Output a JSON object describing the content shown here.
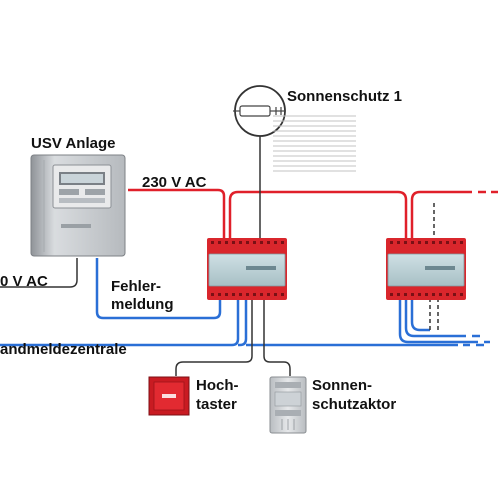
{
  "labels": {
    "sonnenschutz": "Sonnenschutz 1",
    "usv_title": "USV Anlage",
    "ac_230": "230 V AC",
    "ac_left": "0 V AC",
    "fehler_1": "Fehler-",
    "fehler_2": "meldung",
    "brandmelde": "andmeldezentrale",
    "hoch_1": "Hoch-",
    "hoch_2": "taster",
    "aktor_1": "Sonnen-",
    "aktor_2": "schutzaktor"
  },
  "colors": {
    "power_line": "#e0202a",
    "signal_line": "#2a6fd6",
    "module_red": "#d9262c",
    "cabinet_gray": "#bfc3c7"
  },
  "icons": [
    "motor-icon",
    "blind-icon",
    "ups-cabinet-icon",
    "module-icon",
    "push-button-icon",
    "actuator-icon"
  ]
}
